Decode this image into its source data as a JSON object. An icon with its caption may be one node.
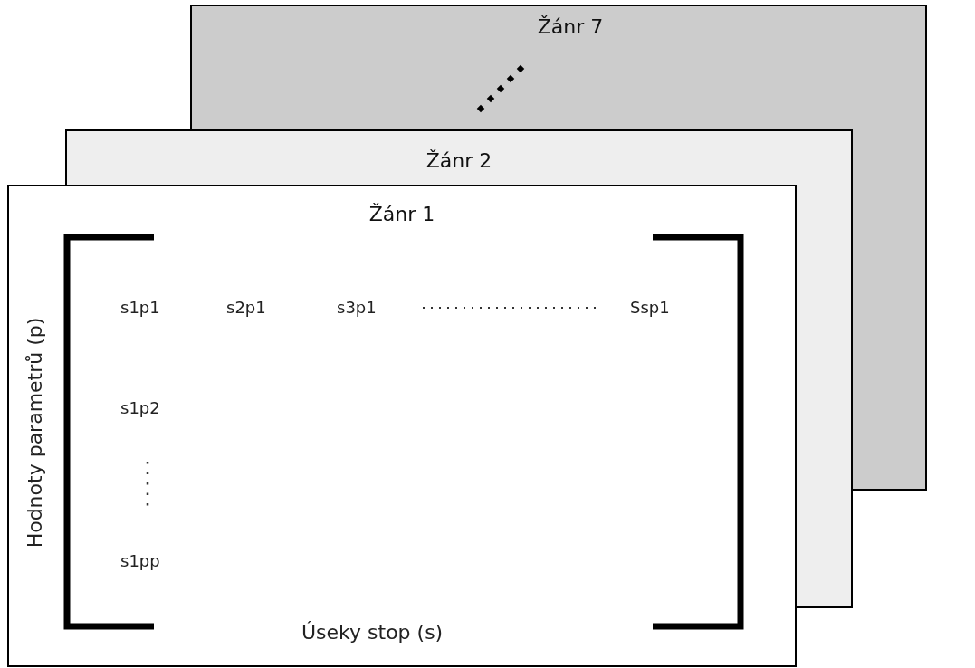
{
  "diagram": {
    "nodes": [
      {
        "text": [
          "Žánr 7"
        ]
      },
      {
        "text": [
          "Žánr 2"
        ]
      },
      {
        "text": [
          "Žánr 1"
        ]
      }
    ],
    "labels": [
      "s1p1",
      "s2p1",
      "s3p1",
      "Ssp1",
      "s1p2",
      "s1pp",
      "Hodnoty parametrů (p)",
      "Úseky stop (s)"
    ]
  }
}
